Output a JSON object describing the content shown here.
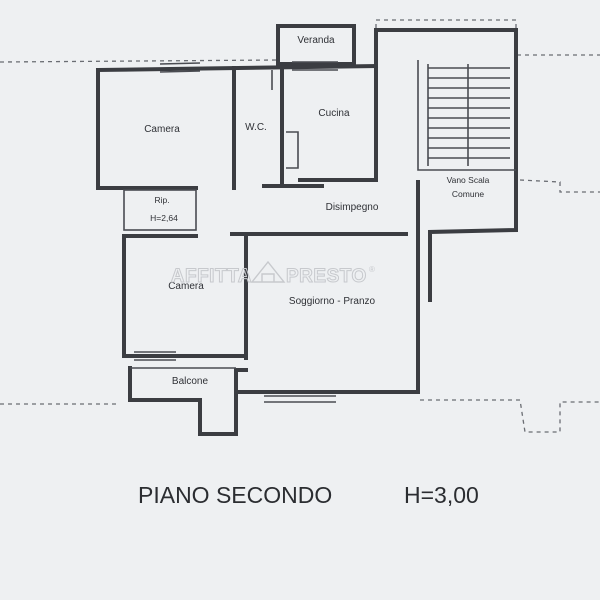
{
  "rooms": {
    "veranda": "Veranda",
    "camera_top": "Camera",
    "wc": "W.C.",
    "cucina": "Cucina",
    "rip": "Rip.",
    "rip_height": "H=2,64",
    "disimpegno": "Disimpegno",
    "vano_scala_line1": "Vano Scala",
    "vano_scala_line2": "Comune",
    "camera_bottom": "Camera",
    "soggiorno": "Soggiorno - Pranzo",
    "balcone": "Balcone"
  },
  "watermark": {
    "left": "AFFITTA",
    "right": "PRESTO",
    "mark": "®"
  },
  "footer": {
    "floor": "PIANO SECONDO",
    "height": "H=3,00"
  }
}
